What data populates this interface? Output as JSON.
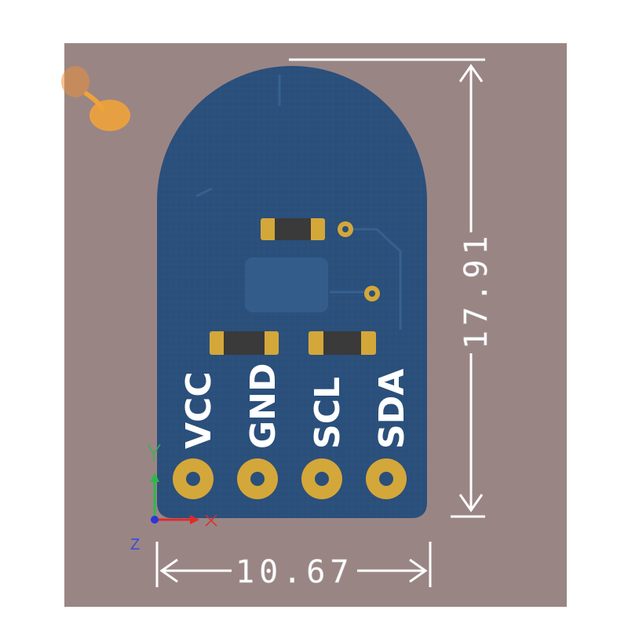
{
  "dimensions": {
    "height_label": "17.91",
    "width_label": "10.67"
  },
  "pins": [
    {
      "label": "VCC"
    },
    {
      "label": "GND"
    },
    {
      "label": "SCL"
    },
    {
      "label": "SDA"
    }
  ],
  "axis": {
    "z_label": "Z"
  },
  "colors": {
    "background": "#9a8585",
    "board": "#2a4f7a",
    "copper": "#d4a73a",
    "silkscreen": "#ffffff"
  }
}
